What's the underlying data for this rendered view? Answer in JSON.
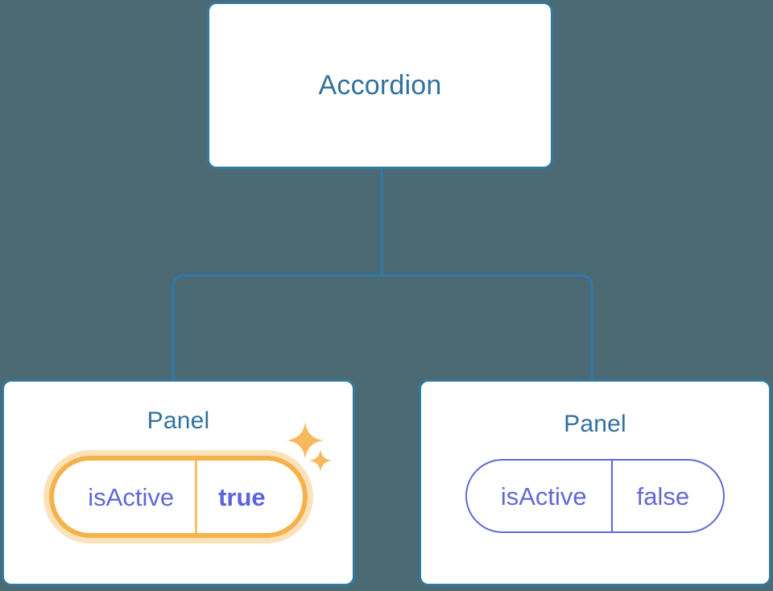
{
  "theme": {
    "background": "#4c6a74",
    "card_background": "#ffffff",
    "card_border": "#32789f",
    "title_color": "#31719f",
    "prop_color": "#6168d8",
    "highlight_color": "#f6b24a",
    "highlight_glow": "rgba(246,178,74,0.38)",
    "sparkle_color": "#f8b95c",
    "connector_color": "#2e79ad"
  },
  "tree": {
    "root": {
      "title": "Accordion"
    },
    "children": [
      {
        "title": "Panel",
        "prop": {
          "key": "isActive",
          "value": "true"
        },
        "highlighted": true,
        "sparkle_icons": [
          "sparkle-large-icon",
          "sparkle-small-icon"
        ]
      },
      {
        "title": "Panel",
        "prop": {
          "key": "isActive",
          "value": "false"
        },
        "highlighted": false,
        "sparkle_icons": []
      }
    ]
  }
}
